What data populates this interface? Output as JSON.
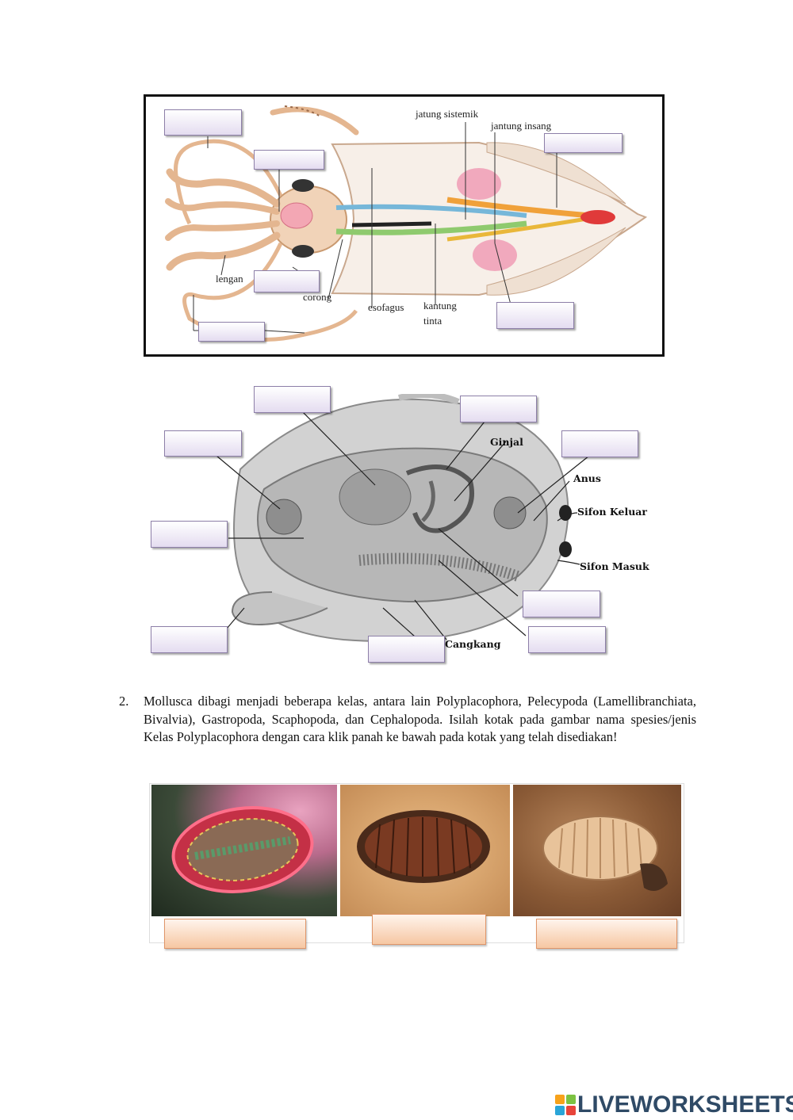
{
  "squid": {
    "labels": {
      "jantung_sistemik": "jatung sistemik",
      "jantung_insang": "jantung insang",
      "lengan": "lengan",
      "corong": "corong",
      "esofagus": "esofagus",
      "kantung": "kantung",
      "tinta": "tinta"
    }
  },
  "clam": {
    "labels": {
      "ginjal": "Ginjal",
      "anus": "Anus",
      "sifon_keluar": "Sifon Keluar",
      "sifon_masuk": "Sifon Masuk",
      "cangkang": "Cangkang"
    }
  },
  "question2": {
    "number": "2.",
    "text": "Mollusca dibagi menjadi beberapa kelas, antara lain Polyplacophora, Pelecypoda (Lamellibranchiata, Bivalvia), Gastropoda, Scaphopoda, dan Cephalopoda. Isilah kotak pada gambar nama spesies/jenis Kelas Polyplacophora dengan cara klik panah ke bawah pada kotak yang telah disediakan!"
  },
  "footer": {
    "brand": "LIVEWORKSHEETS"
  },
  "colors": {
    "label_box": "#e4dcf0",
    "dropdown_box": "#f6c7a3",
    "brand": "#2f4a66"
  }
}
